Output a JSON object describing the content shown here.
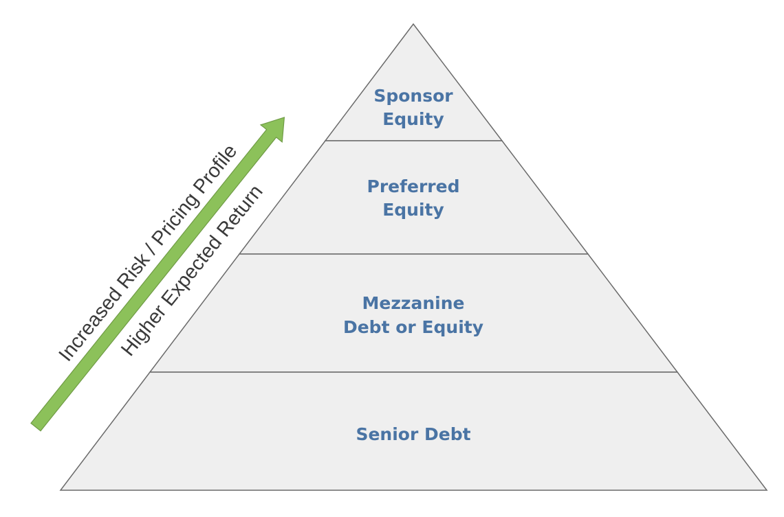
{
  "tiers": [
    {
      "lines": [
        "Sponsor",
        "Equity"
      ]
    },
    {
      "lines": [
        "Preferred",
        "Equity"
      ]
    },
    {
      "lines": [
        "Mezzanine",
        "Debt or Equity"
      ]
    },
    {
      "lines": [
        "Senior Debt"
      ]
    }
  ],
  "arrow": {
    "label_top": "Increased Risk / Pricing Profile",
    "label_bottom": "Higher Expected Return",
    "color": "#8cc15a"
  },
  "colors": {
    "tier_fill": "#efefef",
    "text": "#4a74a4"
  }
}
